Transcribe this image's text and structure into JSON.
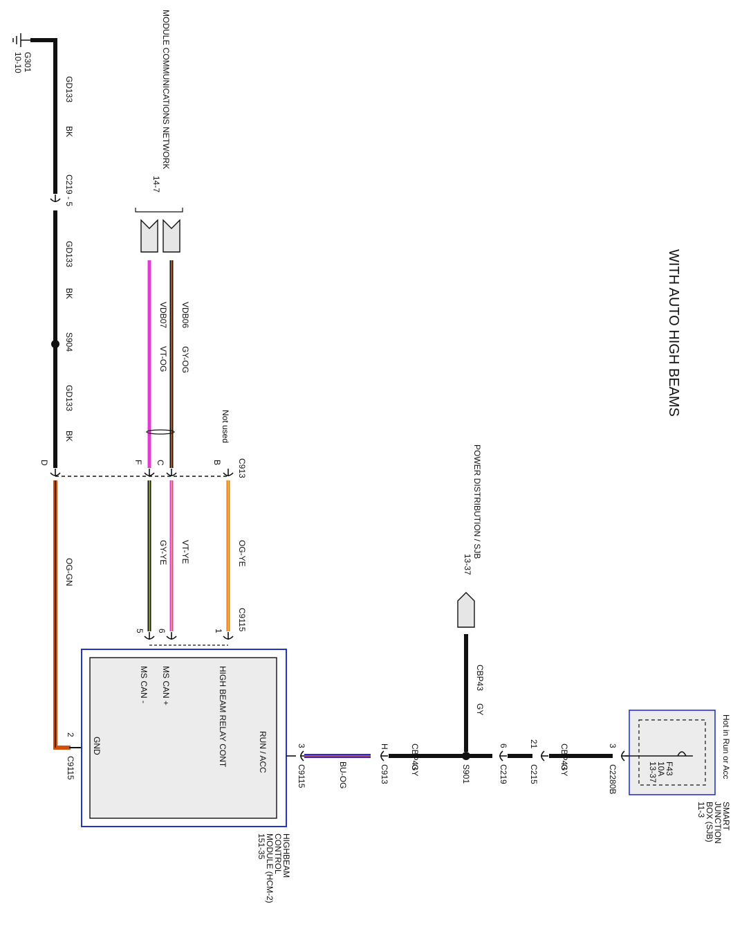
{
  "title": "WITH AUTO HIGH BEAMS",
  "colors": {
    "black": "#111111",
    "magenta": "#e33ad6",
    "orange": "#e8781c",
    "module_border": "#2233cc",
    "module_fill": "#ececec",
    "connector_fill": "#e6e6e6",
    "wire_bu_og": "#3a23c8",
    "dash": "#111111"
  },
  "ground": {
    "id": "G301",
    "ref": "10-10",
    "icon": "ground-icon"
  },
  "ground_wire": {
    "seg1": {
      "circuit": "GD133",
      "color": "BK"
    },
    "connector": "C219 - 5",
    "seg2": {
      "circuit": "GD133",
      "color": "BK"
    },
    "splice": "S904",
    "seg3": {
      "circuit": "GD133",
      "color": "BK"
    },
    "seg4": {
      "color": "OG-GN"
    }
  },
  "network": {
    "title": "MODULE COMMUNICATIONS NETWORK",
    "ref": "14-7",
    "wire1": {
      "circuit": "VDB07",
      "color": "VT-OG"
    },
    "wire2": {
      "circuit": "VDB06",
      "color": "GY-OG"
    }
  },
  "c913": {
    "name": "C913",
    "not_used": "Not used",
    "pins": {
      "D": "D",
      "F": "F",
      "C": "C",
      "B": "B"
    },
    "pin_h": "H",
    "name_h": "C913"
  },
  "lower_wires": {
    "w_f": "GY-YE",
    "w_c": "VT-YE",
    "w_b": "OG-YE"
  },
  "c9115": {
    "name_top": "C9115",
    "pin1": "1",
    "pin6": "6",
    "pin5": "5",
    "pin2": "2",
    "name_gnd": "C9115",
    "pin3": "3",
    "name_run": "C9115"
  },
  "hcm": {
    "pins": {
      "relay": "HIGH BEAM RELAY CONT",
      "can_plus": "MS CAN +",
      "can_minus": "MS CAN -",
      "gnd": "GND",
      "run_acc": "RUN / ACC"
    },
    "name": [
      "HIGHBEAM",
      "CONTROL",
      "MODULE (HCM-2)",
      "151-35"
    ]
  },
  "power_wires": {
    "bu_og": "BU-OG",
    "cbp43_a": {
      "circuit": "CBP43",
      "color": "GY"
    },
    "cbp43_b": {
      "circuit": "CBP43",
      "color": "GY"
    },
    "cbp43_c": {
      "circuit": "CBP43",
      "color": "GY"
    },
    "splice": "S901",
    "c219_pin": "6",
    "c219_name": "C219",
    "c215_pin": "21",
    "c215_name": "C215",
    "c2280b_pin": "3",
    "c2280b_name": "C2280B"
  },
  "power_distribution": {
    "title": "POWER DISTRIBUTION / SJB",
    "ref": "13-37"
  },
  "sjb": {
    "hot": "Hot in Run or Acc",
    "fuse_id": "F43",
    "fuse_rating": "10A",
    "fuse_ref": "13-37",
    "name": [
      "SMART",
      "JUNCTION",
      "BOX (SJB)",
      "11-3"
    ]
  }
}
